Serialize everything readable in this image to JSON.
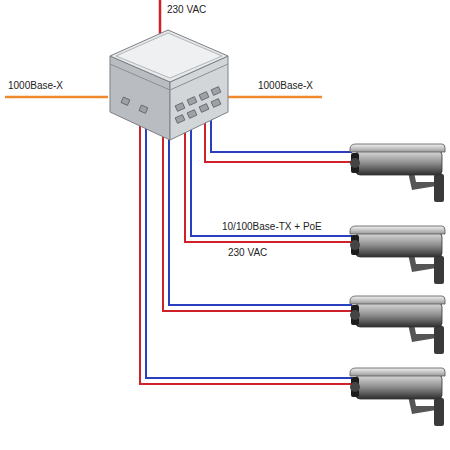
{
  "diagram": {
    "labels": [
      "230 VAC",
      "1000Base-X",
      "1000Base-X",
      "10/100Base-TX + PoE",
      "230 VAC"
    ]
  }
}
